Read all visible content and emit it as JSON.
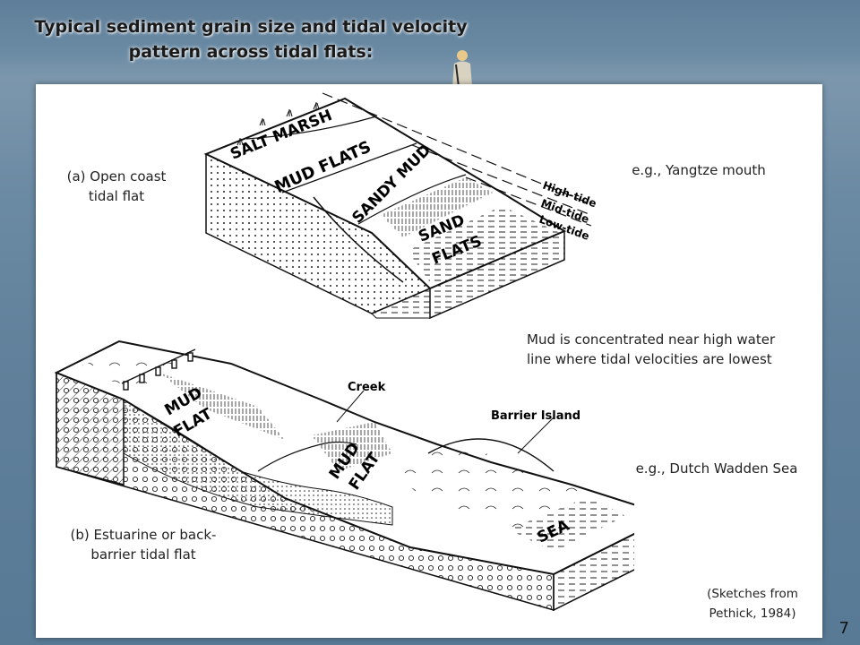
{
  "slide": {
    "title_line1": "Typical sediment grain size and tidal velocity",
    "title_line2": "pattern across tidal flats:",
    "page_number": "7"
  },
  "labels": {
    "open_coast_a": "(a) Open coast",
    "open_coast_b": "tidal flat",
    "example_top": "e.g., Yangtze mouth",
    "mud_note_1": "Mud is concentrated near high water",
    "mud_note_2": "line where tidal velocities are lowest",
    "example_bottom": "e.g., Dutch Wadden Sea",
    "estuarine_a": "(b) Estuarine or back-",
    "estuarine_b": "barrier tidal flat",
    "source_1": "(Sketches from",
    "source_2": "Pethick, 1984)"
  },
  "diagram_top": {
    "salt_marsh": "SALT MARSH",
    "mud_flats": "MUD FLATS",
    "sandy_mud": "SANDY MUD",
    "sand": "SAND",
    "flats": "FLATS",
    "high_tide": "High-tide",
    "mid_tide": "Mid-tide",
    "low_tide": "Low-tide"
  },
  "diagram_bottom": {
    "mud1": "MUD",
    "flat1": "FLAT",
    "creek": "Creek",
    "mud2": "MUD",
    "flat2": "FLAT",
    "barrier_island": "Barrier Island",
    "sea": "SEA"
  }
}
